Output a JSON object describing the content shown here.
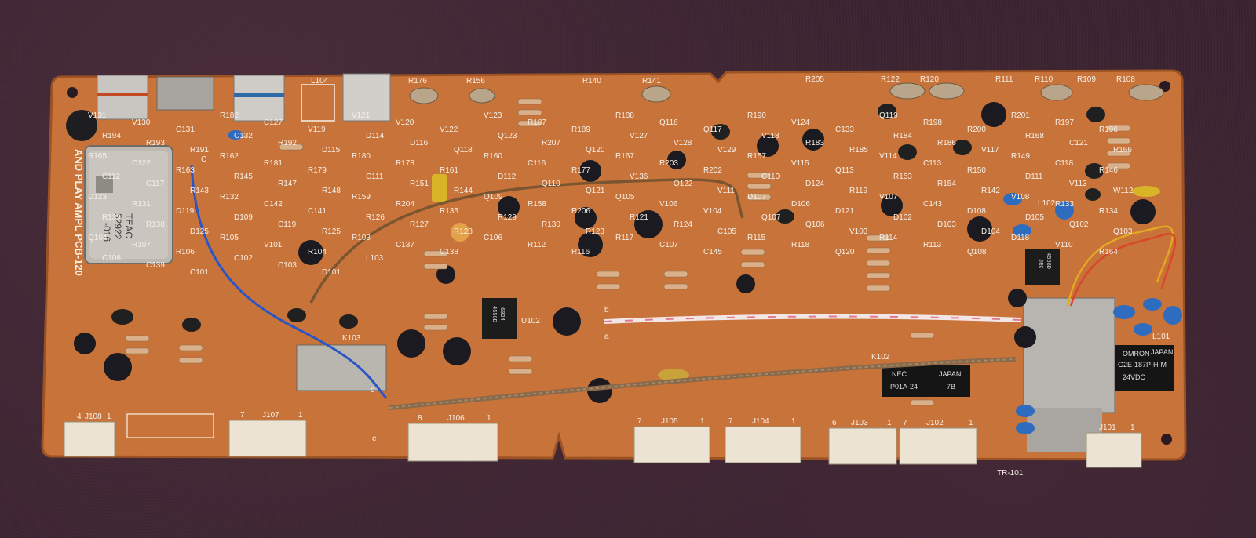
{
  "board": {
    "title_text": "AND PLAY AMPL PCB-120",
    "colors": {
      "pcb": "#c8733a",
      "pcb_edge": "#a85a26",
      "felt": "#3a2430",
      "silk": "#f6efe6"
    }
  },
  "transformer": {
    "line1": "TEAC",
    "line2": "52922",
    "line3": "-016"
  },
  "ic_u102": {
    "line1": "4558D",
    "line2": "6024",
    "ref": "U102"
  },
  "ic_u1": {
    "line1": "4558D",
    "line2": "JRC"
  },
  "relay_k102": {
    "brand": "NEC",
    "country": "JAPAN",
    "model": "P01A-24",
    "code": "7B",
    "ref": "K102"
  },
  "relay_omron": {
    "brand": "OMRON",
    "country": "JAPAN",
    "model": "G2E-187P-H-M",
    "rating": "24VDC"
  },
  "relay_k103": {
    "ref": "K103"
  },
  "connectors": [
    {
      "ref": "J108",
      "left": "4",
      "right": "1"
    },
    {
      "ref": "J107",
      "left": "7",
      "right": "1"
    },
    {
      "ref": "J106",
      "left": "8",
      "right": "1"
    },
    {
      "ref": "J105",
      "left": "7",
      "right": "1"
    },
    {
      "ref": "J104",
      "left": "7",
      "right": "1"
    },
    {
      "ref": "J103",
      "left": "6",
      "right": "1"
    },
    {
      "ref": "J102",
      "left": "7",
      "right": "1"
    },
    {
      "ref": "J101",
      "left": "",
      "right": "1"
    }
  ],
  "labels": {
    "top_refs": [
      "R176",
      "R156",
      "R140",
      "R141",
      "R205",
      "R122",
      "R120",
      "R111",
      "R110",
      "R109",
      "R108",
      "L104",
      "TR-101",
      "L101",
      "L102"
    ],
    "parts": [
      "V131",
      "V130",
      "C131",
      "R182",
      "C127",
      "V119",
      "V121",
      "V120",
      "V122",
      "V123",
      "R187",
      "R189",
      "R188",
      "Q116",
      "Q117",
      "R190",
      "V124",
      "C133",
      "Q119",
      "R198",
      "R200",
      "R201",
      "R197",
      "R196",
      "R194",
      "R193",
      "R191",
      "C132",
      "R192",
      "D115",
      "D114",
      "D116",
      "Q118",
      "Q123",
      "R207",
      "Q120",
      "V127",
      "V128",
      "V129",
      "V118",
      "R183",
      "R185",
      "R184",
      "R186",
      "V117",
      "R168",
      "C121",
      "R166",
      "R165",
      "C122",
      "R163",
      "R162",
      "R181",
      "R179",
      "R180",
      "R178",
      "R161",
      "R160",
      "C116",
      "R177",
      "R167",
      "R203",
      "R202",
      "R157",
      "V115",
      "Q113",
      "V114",
      "C113",
      "R150",
      "R149",
      "C118",
      "R146",
      "C112",
      "C117",
      "R143",
      "R145",
      "R147",
      "R148",
      "C111",
      "R151",
      "R144",
      "D112",
      "Q110",
      "Q121",
      "V136",
      "Q122",
      "V111",
      "C110",
      "D124",
      "R119",
      "R153",
      "R154",
      "R142",
      "D111",
      "V113",
      "W112",
      "D123",
      "R131",
      "D119",
      "R132",
      "C142",
      "C141",
      "R159",
      "R204",
      "R135",
      "Q109",
      "R158",
      "R206",
      "Q105",
      "V106",
      "V104",
      "D107",
      "D106",
      "D121",
      "V107",
      "C143",
      "D108",
      "V108",
      "R133",
      "R134",
      "R139",
      "R138",
      "D125",
      "D109",
      "C119",
      "R125",
      "R126",
      "R127",
      "R128",
      "R129",
      "R130",
      "R123",
      "R121",
      "R124",
      "C105",
      "Q107",
      "Q106",
      "V103",
      "D102",
      "D103",
      "D104",
      "D105",
      "Q102",
      "Q103",
      "Q104",
      "R107",
      "R106",
      "R105",
      "V101",
      "R104",
      "R103",
      "C137",
      "C138",
      "C106",
      "R112",
      "R116",
      "R117",
      "C107",
      "C145",
      "R115",
      "R118",
      "Q120",
      "R114",
      "R113",
      "Q108",
      "D118",
      "V110",
      "R164",
      "C108",
      "C139",
      "C101",
      "C102",
      "C103",
      "D101",
      "L103"
    ]
  },
  "dots": {
    "transformer_c": "C",
    "j106_c": "c",
    "j106_e": "e",
    "pin_b": "b",
    "pin_a": "a"
  }
}
